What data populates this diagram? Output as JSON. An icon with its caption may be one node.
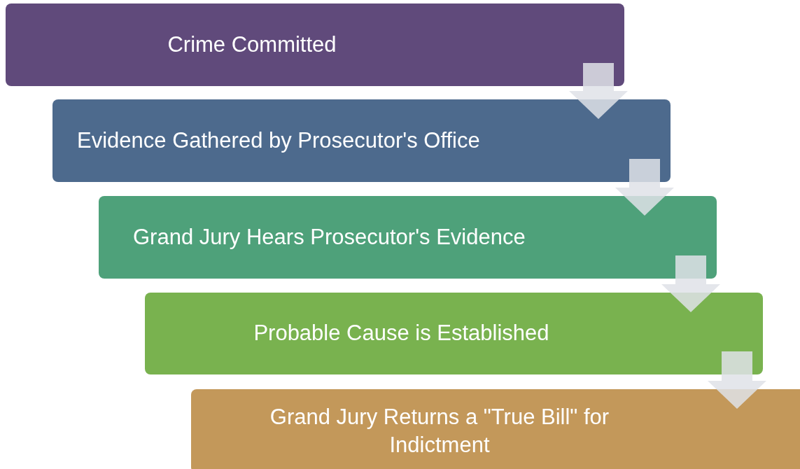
{
  "diagram": {
    "nodes": [
      {
        "text": [
          "Crime Committed"
        ]
      },
      {
        "text": [
          "Evidence Gathered by Prosecutor's Office"
        ]
      },
      {
        "text": [
          "Grand Jury Hears Prosecutor's Evidence"
        ]
      },
      {
        "text": [
          "Probable Cause is Established"
        ]
      },
      {
        "text": [
          "Grand Jury Returns a \"True Bill\" for Indictment"
        ]
      }
    ],
    "edges": [
      {
        "from": 0,
        "to": 1,
        "arrow": "to"
      },
      {
        "from": 1,
        "to": 2,
        "arrow": "to"
      },
      {
        "from": 2,
        "to": 3,
        "arrow": "to"
      },
      {
        "from": 3,
        "to": 4,
        "arrow": "to"
      }
    ]
  }
}
